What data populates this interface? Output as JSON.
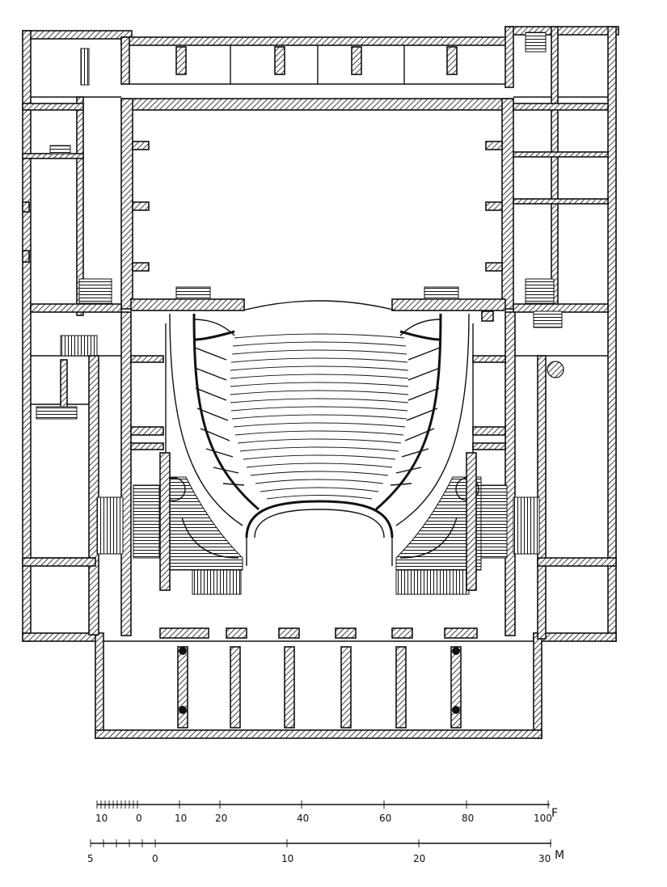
{
  "scale_feet": {
    "labels": [
      "10",
      "0",
      "10",
      "20",
      "40",
      "60",
      "80",
      "100"
    ],
    "unit": "F"
  },
  "scale_meters": {
    "labels": [
      "5",
      "0",
      "10",
      "20",
      "30"
    ],
    "unit": "M"
  },
  "colors": {
    "ink": "#111111",
    "paper": "#ffffff"
  }
}
